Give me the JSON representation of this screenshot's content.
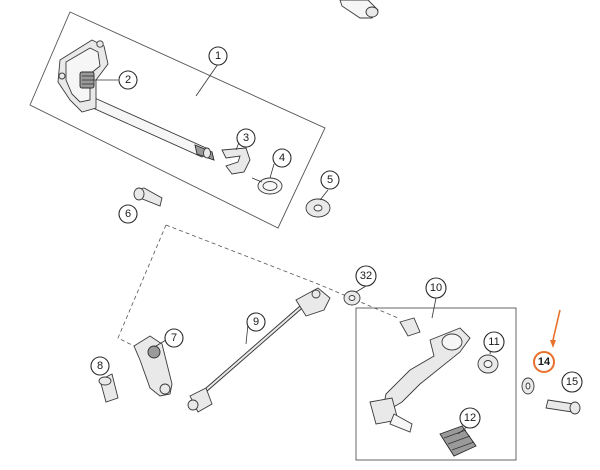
{
  "callouts": [
    {
      "id": "c1",
      "label": "1"
    },
    {
      "id": "c2",
      "label": "2"
    },
    {
      "id": "c3",
      "label": "3"
    },
    {
      "id": "c4",
      "label": "4"
    },
    {
      "id": "c5",
      "label": "5"
    },
    {
      "id": "c6",
      "label": "6"
    },
    {
      "id": "c7",
      "label": "7"
    },
    {
      "id": "c8",
      "label": "8"
    },
    {
      "id": "c9",
      "label": "9"
    },
    {
      "id": "c10",
      "label": "10"
    },
    {
      "id": "c11",
      "label": "11"
    },
    {
      "id": "c12",
      "label": "12"
    },
    {
      "id": "c14",
      "label": "14"
    },
    {
      "id": "c15",
      "label": "15"
    },
    {
      "id": "c32",
      "label": "32"
    }
  ],
  "highlight": {
    "label": "14",
    "color": "#e8702a"
  },
  "colors": {
    "line": "#3a3a3a",
    "part_fill": "#e9e9e9",
    "part_dark": "#9a9a9a"
  }
}
